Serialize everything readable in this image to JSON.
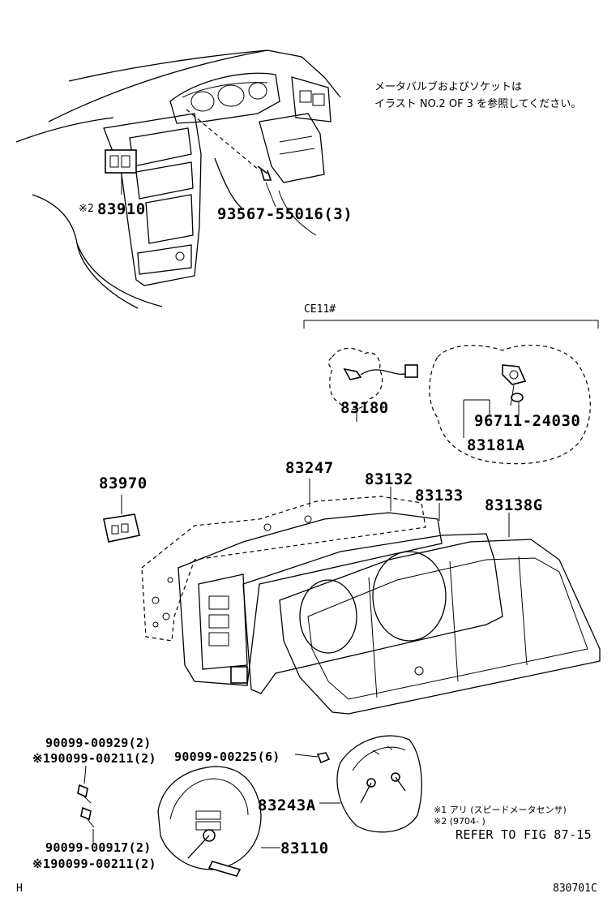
{
  "notes": {
    "bulb_line1": "メータバルブおよびソケットは",
    "bulb_line2": "イラスト NO.2 OF 3 を参照してください。",
    "variant": "CE11#"
  },
  "parts": {
    "p83910": "83910",
    "p83910_mark": "※2",
    "p93567": "93567-55016(3)",
    "p83180": "83180",
    "p96711": "96711-24030",
    "p83181a": "83181A",
    "p83970": "83970",
    "p83247": "83247",
    "p83132": "83132",
    "p83133": "83133",
    "p83138g": "83138G",
    "p90099_00929": "90099-00929(2)",
    "p90099_00211_top": "※190099-00211(2)",
    "p90099_00225": "90099-00225(6)",
    "p83243a": "83243A",
    "p83110": "83110",
    "p90099_00917": "90099-00917(2)",
    "p90099_00211_bot": "※190099-00211(2)"
  },
  "legend": {
    "note1": "※1 アリ (スピードメータセンサ)",
    "note2": "※2 (9704-     )",
    "refer": "REFER TO FIG 87-15"
  },
  "footer": {
    "left": "H",
    "right": "830701C"
  }
}
